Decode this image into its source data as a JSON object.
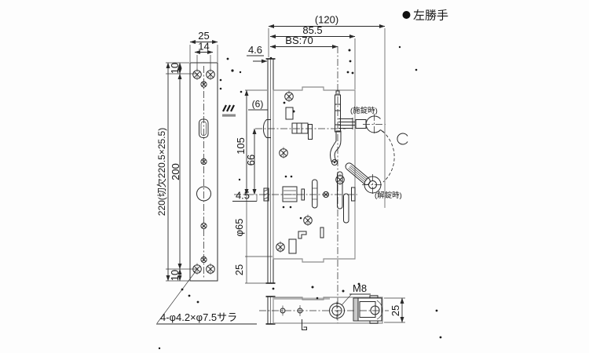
{
  "meta": {
    "note_handing": "左勝手"
  },
  "side_view": {
    "dim_overall": "(120)",
    "dim_depth": "85.5",
    "dim_backset": "BS:70",
    "dim_face_thickness": "4.6",
    "dim_gap": "(6)",
    "dim_105": "105",
    "dim_66": "66",
    "dim_45": "4.5",
    "dim_hole_dia": "φ65",
    "dim_25": "25",
    "label_locked": "(施錠時)",
    "label_unlocked": "(解錠時)"
  },
  "front_view": {
    "dim_width": "25",
    "dim_hole_spacing": "14",
    "dim_top": "10",
    "dim_bottom": "10",
    "dim_height": "220(切欠220.5×25.5)",
    "dim_pitch": "200",
    "callout_screws": "4-φ4.2×φ7.5サラ"
  },
  "bottom_view": {
    "label_thread": "M8",
    "dim_height": "25"
  }
}
